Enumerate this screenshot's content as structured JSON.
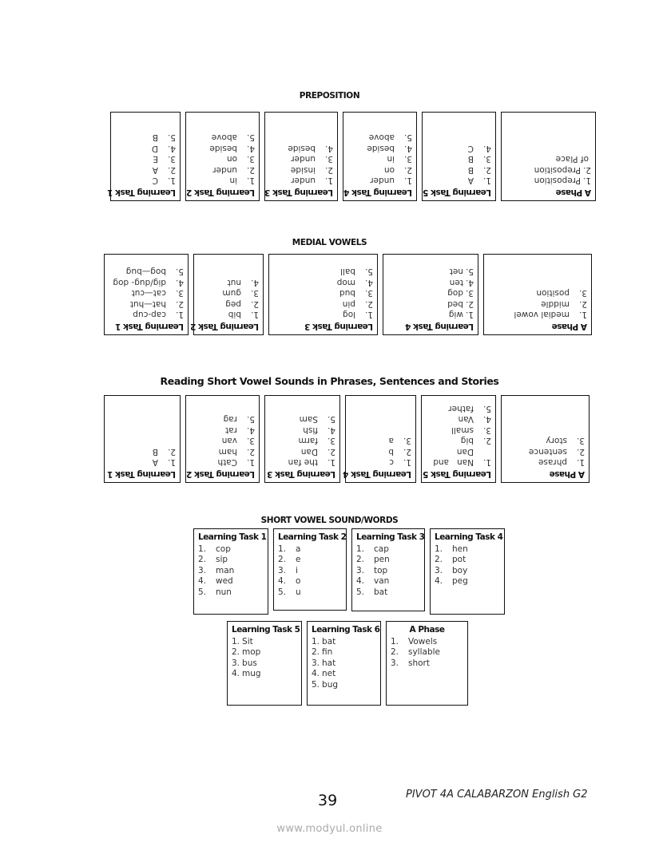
{
  "sections": [
    {
      "title": "PREPOSITION",
      "flipped": true,
      "boxes": [
        {
          "heading": "A Phase",
          "items": [
            {
              "n": "1.",
              "t": "Preposition"
            },
            {
              "n": "2.",
              "t": "Preposition"
            },
            {
              "n": "",
              "t": "of Place"
            }
          ],
          "tight": true
        },
        {
          "heading": "Learning Task 5",
          "items": [
            {
              "n": "1.",
              "t": "A"
            },
            {
              "n": "2.",
              "t": "B"
            },
            {
              "n": "3.",
              "t": "B"
            },
            {
              "n": "4.",
              "t": "C"
            }
          ]
        },
        {
          "heading": "Learning Task 4",
          "items": [
            {
              "n": "1.",
              "t": "under"
            },
            {
              "n": "2.",
              "t": "on"
            },
            {
              "n": "3.",
              "t": "in"
            },
            {
              "n": "4.",
              "t": "beside"
            },
            {
              "n": "5.",
              "t": "above"
            }
          ]
        },
        {
          "heading": "Learning Task 3",
          "items": [
            {
              "n": "1.",
              "t": "under"
            },
            {
              "n": "2.",
              "t": "inside"
            },
            {
              "n": "3.",
              "t": "under"
            },
            {
              "n": "4.",
              "t": "beside"
            }
          ]
        },
        {
          "heading": "Learning Task 2",
          "items": [
            {
              "n": "1.",
              "t": "in"
            },
            {
              "n": "2.",
              "t": "under"
            },
            {
              "n": "3.",
              "t": "on"
            },
            {
              "n": "4.",
              "t": "beside"
            },
            {
              "n": "5.",
              "t": "above"
            }
          ]
        },
        {
          "heading": "Learning Task 1",
          "items": [
            {
              "n": "1.",
              "t": "C"
            },
            {
              "n": "2.",
              "t": "A"
            },
            {
              "n": "3.",
              "t": "E"
            },
            {
              "n": "4.",
              "t": "D"
            },
            {
              "n": "5.",
              "t": "B"
            }
          ]
        }
      ]
    },
    {
      "title": "MEDIAL VOWELS",
      "flipped": true,
      "boxes": [
        {
          "heading": "A Phase",
          "items": [
            {
              "n": "1.",
              "t": "medial vowel"
            },
            {
              "n": "2.",
              "t": "middle"
            },
            {
              "n": "3.",
              "t": "position"
            }
          ]
        },
        {
          "heading": "Learning Task 4",
          "items": [
            {
              "n": "1.",
              "t": "wig"
            },
            {
              "n": "2.",
              "t": "bed"
            },
            {
              "n": "3.",
              "t": "dog"
            },
            {
              "n": "4.",
              "t": "ten"
            },
            {
              "n": "5.",
              "t": "net"
            }
          ],
          "tight": true
        },
        {
          "heading": "Learning Task 3",
          "items": [
            {
              "n": "1.",
              "t": "log"
            },
            {
              "n": "2.",
              "t": "pin"
            },
            {
              "n": "3.",
              "t": "bud"
            },
            {
              "n": "4.",
              "t": "mop"
            },
            {
              "n": "5.",
              "t": "ball"
            }
          ]
        },
        {
          "heading": "Learning Task 2",
          "items": [
            {
              "n": "1.",
              "t": "bib"
            },
            {
              "n": "2.",
              "t": "peg"
            },
            {
              "n": "3.",
              "t": "gum"
            },
            {
              "n": "4.",
              "t": "nut"
            }
          ]
        },
        {
          "heading": "Learning Task 1",
          "items": [
            {
              "n": "1.",
              "t": "cap-cup"
            },
            {
              "n": "2.",
              "t": "hat—hut"
            },
            {
              "n": "3.",
              "t": "cat—cut"
            },
            {
              "n": "4.",
              "t": "dig/dug- dog"
            },
            {
              "n": "5.",
              "t": "bog—bug"
            }
          ]
        }
      ]
    },
    {
      "title": "Reading Short Vowel Sounds in Phrases, Sentences and Stories",
      "flipped": true,
      "boxes": [
        {
          "heading": "A Phase",
          "items": [
            {
              "n": "1.",
              "t": "phrase"
            },
            {
              "n": "2.",
              "t": "sentence"
            },
            {
              "n": "3.",
              "t": "story"
            }
          ]
        },
        {
          "heading": "Learning Task 5",
          "items": [
            {
              "n": "1.",
              "t": "Nan   and"
            },
            {
              "n": "",
              "t": "Dan"
            },
            {
              "n": "2.",
              "t": "big"
            },
            {
              "n": "3.",
              "t": "small"
            },
            {
              "n": "4.",
              "t": "Van"
            },
            {
              "n": "5.",
              "t": "father"
            }
          ]
        },
        {
          "heading": "Learning Task 4",
          "items": [
            {
              "n": "1.",
              "t": "c"
            },
            {
              "n": "2.",
              "t": "b"
            },
            {
              "n": "3.",
              "t": "a"
            }
          ]
        },
        {
          "heading": "Learning Task 3",
          "items": [
            {
              "n": "1.",
              "t": "the fan"
            },
            {
              "n": "2.",
              "t": "Dan"
            },
            {
              "n": "3.",
              "t": "farm"
            },
            {
              "n": "4.",
              "t": "fish"
            },
            {
              "n": "5.",
              "t": "Sam"
            }
          ]
        },
        {
          "heading": "Learning Task 2",
          "items": [
            {
              "n": "1.",
              "t": "Cath"
            },
            {
              "n": "2.",
              "t": "ham"
            },
            {
              "n": "3.",
              "t": "van"
            },
            {
              "n": "4.",
              "t": "rat"
            },
            {
              "n": "5.",
              "t": "rag"
            }
          ]
        },
        {
          "heading": "Learning Task 1",
          "items": [
            {
              "n": "1.",
              "t": "A"
            },
            {
              "n": "2.",
              "t": "B"
            }
          ]
        }
      ]
    },
    {
      "title": "SHORT VOWEL SOUND/WORDS",
      "flipped": false,
      "boxes": [
        {
          "heading": "Learning Task 1",
          "items": [
            {
              "n": "1.",
              "t": "cop"
            },
            {
              "n": "2.",
              "t": "sip"
            },
            {
              "n": "3.",
              "t": "man"
            },
            {
              "n": "4.",
              "t": "wed"
            },
            {
              "n": "5.",
              "t": "nun"
            }
          ]
        },
        {
          "heading": "Learning Task 2",
          "items": [
            {
              "n": "1.",
              "t": "a"
            },
            {
              "n": "2.",
              "t": "e"
            },
            {
              "n": "3.",
              "t": "i"
            },
            {
              "n": "4.",
              "t": "o"
            },
            {
              "n": "5.",
              "t": "u"
            }
          ]
        },
        {
          "heading": "Learning Task 3",
          "items": [
            {
              "n": "1.",
              "t": "cap"
            },
            {
              "n": "2.",
              "t": "pen"
            },
            {
              "n": "3.",
              "t": "top"
            },
            {
              "n": "4.",
              "t": "van"
            },
            {
              "n": "5.",
              "t": "bat"
            }
          ]
        },
        {
          "heading": "Learning Task 4",
          "items": [
            {
              "n": "1.",
              "t": "hen"
            },
            {
              "n": "2.",
              "t": "pot"
            },
            {
              "n": "3.",
              "t": "boy"
            },
            {
              "n": "4.",
              "t": "peg"
            }
          ]
        },
        {
          "heading": "Learning Task 5",
          "items": [
            {
              "n": "1.",
              "t": "Sit"
            },
            {
              "n": "2.",
              "t": "mop"
            },
            {
              "n": "3.",
              "t": "bus"
            },
            {
              "n": "4.",
              "t": "mug"
            }
          ],
          "tight": true
        },
        {
          "heading": "Learning Task 6",
          "items": [
            {
              "n": "1.",
              "t": "bat"
            },
            {
              "n": "2.",
              "t": "fin"
            },
            {
              "n": "3.",
              "t": "hat"
            },
            {
              "n": "4.",
              "t": "net"
            },
            {
              "n": "5.",
              "t": "bug"
            }
          ],
          "tight": true
        },
        {
          "heading": "A Phase",
          "items": [
            {
              "n": "1.",
              "t": "Vowels"
            },
            {
              "n": "2.",
              "t": "syllable"
            },
            {
              "n": "3.",
              "t": "short"
            }
          ],
          "center": true
        }
      ]
    }
  ],
  "footer": {
    "page_number": "39",
    "publication": "PIVOT 4A CALABARZON English G2",
    "website": "www.modyul.online"
  }
}
